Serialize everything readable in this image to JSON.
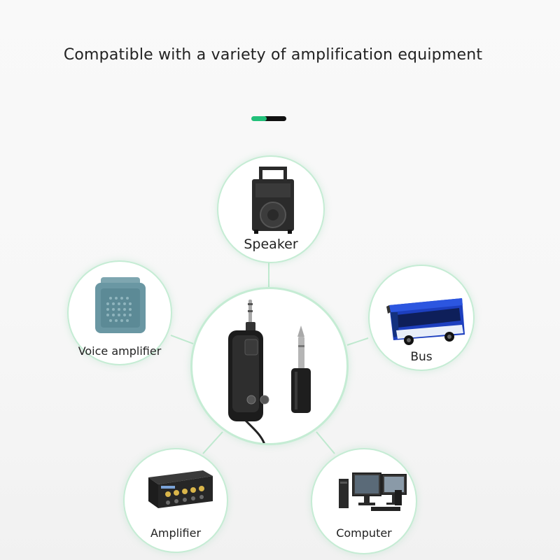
{
  "heading": "Compatible with a variety of amplification equipment",
  "accent_color": "#22c07a",
  "ring_color": "#c5ecd4",
  "items": [
    {
      "label": "Speaker",
      "icon": "speaker-icon"
    },
    {
      "label": "Voice amplifier",
      "icon": "voice-amplifier-icon"
    },
    {
      "label": "Bus",
      "icon": "bus-icon"
    },
    {
      "label": "Amplifier",
      "icon": "amplifier-icon"
    },
    {
      "label": "Computer",
      "icon": "computer-icon"
    }
  ],
  "center_product": "bluetooth-transmitter-icon"
}
